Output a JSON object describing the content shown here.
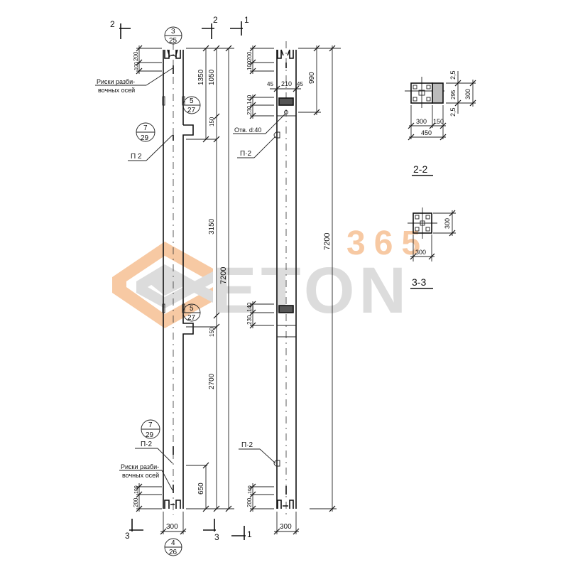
{
  "watermark": {
    "top_text": "365",
    "main_text": "ETON",
    "orange": "#f7c9a3",
    "grey": "#dcdcdc"
  },
  "section_marks": {
    "top_left": "2",
    "top_mid": "2",
    "top_right": "1",
    "bottom_left": "3",
    "bottom_mid": "3",
    "bottom_right": "1"
  },
  "view_left": {
    "callout_top": {
      "num": "3",
      "sheet": "25"
    },
    "callout_bottom": {
      "num": "4",
      "sheet": "26"
    },
    "callout_bracket_upper": {
      "num": "5",
      "sheet": "27"
    },
    "callout_bracket_lower": {
      "num": "5",
      "sheet": "27"
    },
    "callout_hook_upper": {
      "num": "7",
      "sheet": "29"
    },
    "callout_hook_lower": {
      "num": "7",
      "sheet": "29"
    },
    "label_axis_marks_top_line1": "Риски разби-",
    "label_axis_marks_top_line2": "вочных осей",
    "label_axis_marks_bottom_line1": "Риски разби-",
    "label_axis_marks_bottom_line2": "вочных осей",
    "label_hook_upper": "П 2",
    "label_hook_lower": "П·2",
    "dims": {
      "top_200": "200",
      "top_100": "100",
      "d1350": "1350",
      "d1050": "1050",
      "d150_upper": "150",
      "d3150": "3150",
      "d7200": "7200",
      "d150_lower": "150",
      "d2700": "2700",
      "d650": "650",
      "bot_100": "100",
      "bot_200": "200",
      "width_300": "300"
    }
  },
  "view_right": {
    "label_hole": "Отв. d:40",
    "label_hook_upper": "П·2",
    "label_hook_lower": "П·2",
    "dims": {
      "top_200": "200",
      "top_100": "100",
      "d45_left": "45",
      "d210": "210",
      "d45_right": "45",
      "d140_upper": "140",
      "d230_upper": "230",
      "d990": "990",
      "d7200": "7200",
      "d140_lower": "140",
      "d230_lower": "230",
      "bot_100": "100",
      "bot_200": "200",
      "width_300": "300"
    }
  },
  "section_2_2": {
    "title": "2-2",
    "dims": {
      "w300": "300",
      "w150": "150",
      "w450": "450",
      "h2_5_top": "2,5",
      "h295": "295",
      "h2_5_bot": "2,5",
      "h300": "300"
    }
  },
  "section_3_3": {
    "title": "3-3",
    "dims": {
      "w300": "300",
      "h300": "300"
    }
  }
}
